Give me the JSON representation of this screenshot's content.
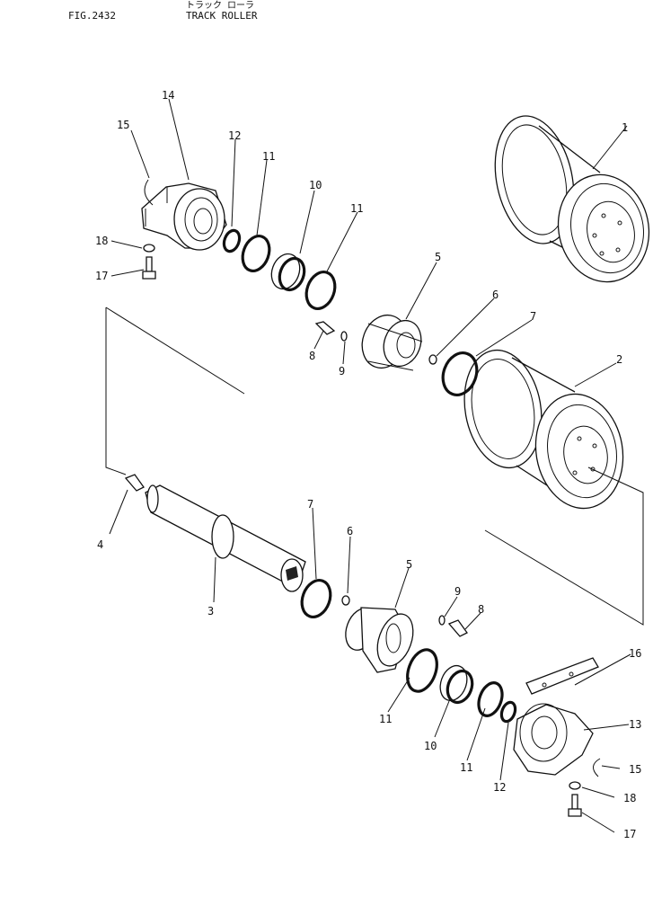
{
  "header": {
    "figure_number": "FIG.2432",
    "title_jp": "トラック ローラ",
    "title_en": "TRACK ROLLER"
  },
  "callouts": {
    "c1": "1",
    "c2": "2",
    "c3": "3",
    "c4": "4",
    "c5a": "5",
    "c5b": "5",
    "c6a": "6",
    "c6b": "6",
    "c7a": "7",
    "c7b": "7",
    "c8a": "8",
    "c8b": "8",
    "c9a": "9",
    "c9b": "9",
    "c10a": "10",
    "c10b": "10",
    "c11a": "11",
    "c11b": "11",
    "c11c": "11",
    "c11d": "11",
    "c12a": "12",
    "c12b": "12",
    "c13": "13",
    "c14": "14",
    "c15a": "15",
    "c15b": "15",
    "c16": "16",
    "c17a": "17",
    "c17b": "17",
    "c18a": "18",
    "c18b": "18"
  }
}
